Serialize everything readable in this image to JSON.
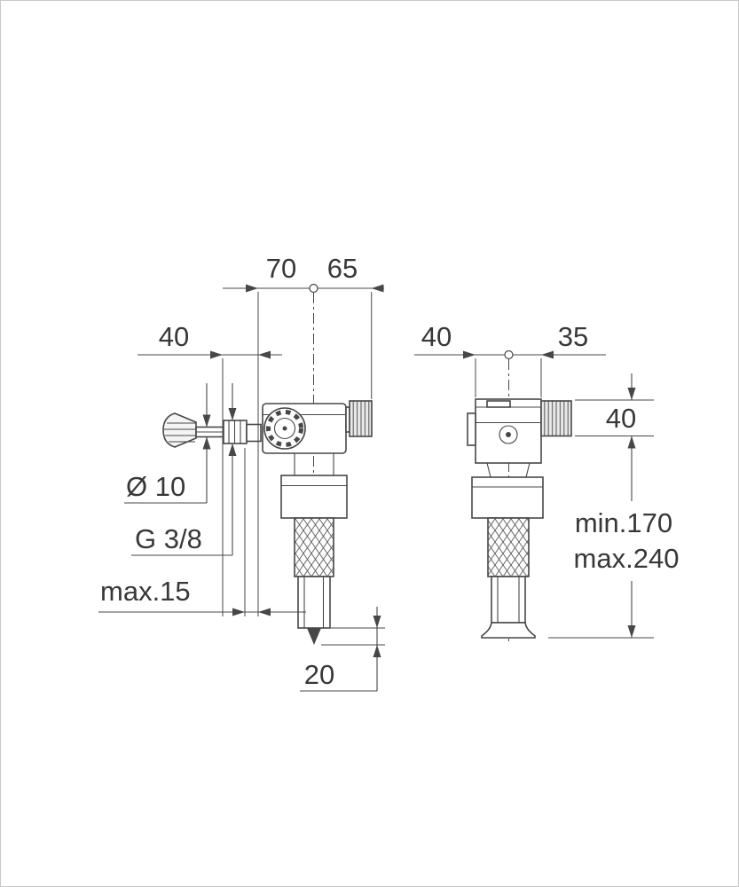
{
  "drawing": {
    "colors": {
      "line": "#474747",
      "text": "#383838",
      "background": "#ffffff"
    },
    "left_view": {
      "dim_top_left": "70",
      "dim_top_right": "65",
      "dim_inlet_offset": "40",
      "dim_stem_diameter": "Ø 10",
      "dim_thread": "G 3/8",
      "dim_wall_max": "max.15",
      "dim_tip_length": "20"
    },
    "right_view": {
      "dim_top_left": "40",
      "dim_top_right": "35",
      "dim_head_height": "40",
      "dim_height_min": "min.170",
      "dim_height_max": "max.240"
    }
  }
}
